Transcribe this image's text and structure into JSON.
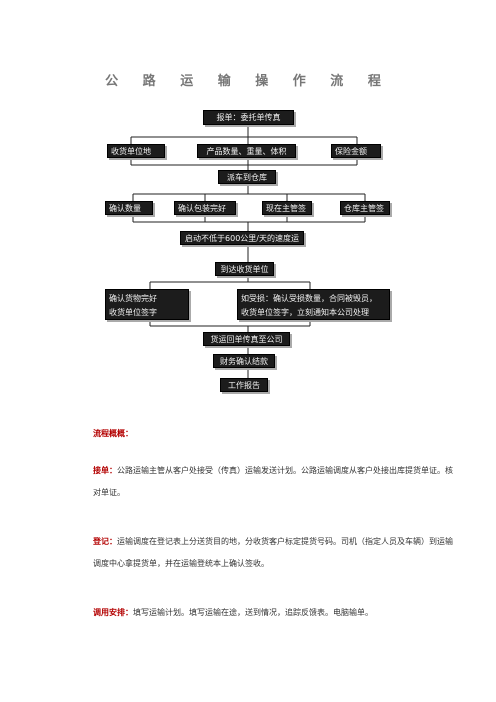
{
  "title": "公 路 运 输 操 作 流 程",
  "flow": {
    "n1": "报单：委托单传真",
    "n2a": "收货单位地",
    "n2b": "产品数量、重量、体积",
    "n2c": "保险金额",
    "n3": "派车到仓库",
    "n4a": "确认数量",
    "n4b": "确认包装完好",
    "n4c": "现在主管签",
    "n4d": "仓库主管签",
    "n5": "启动不低于600公里/天的速度运",
    "n6": "到达收货单位",
    "n7a_line1": "确认货物完好",
    "n7a_line2": "收货单位签字",
    "n7b_line1": "如受损：确认受损数量，合同被毁员，",
    "n7b_line2": "收货单位签字，立刻通知本公司处理",
    "n8": "货运回单传真至公司",
    "n9": "财务确认结款",
    "n10": "工作报告"
  },
  "text": {
    "heading": "流程概概：",
    "p1_label": "接单：",
    "p1_text": "公路运输主管从客户处接受（传真）运输发送计划。公路运输调度从客户处接出库提货单证。核对单证。",
    "p2_label": "登记：",
    "p2_text": "运输调度在登记表上分送货目的地，分收货客户标定提货号码。司机（指定人员及车辆）到运输调度中心拿提货单，并在运输登统本上确认签收。",
    "p3_label": "调用安排：",
    "p3_text": "填写运输计划。填写运输在途，送到情况，追踪反馈表。电脑输单。"
  }
}
